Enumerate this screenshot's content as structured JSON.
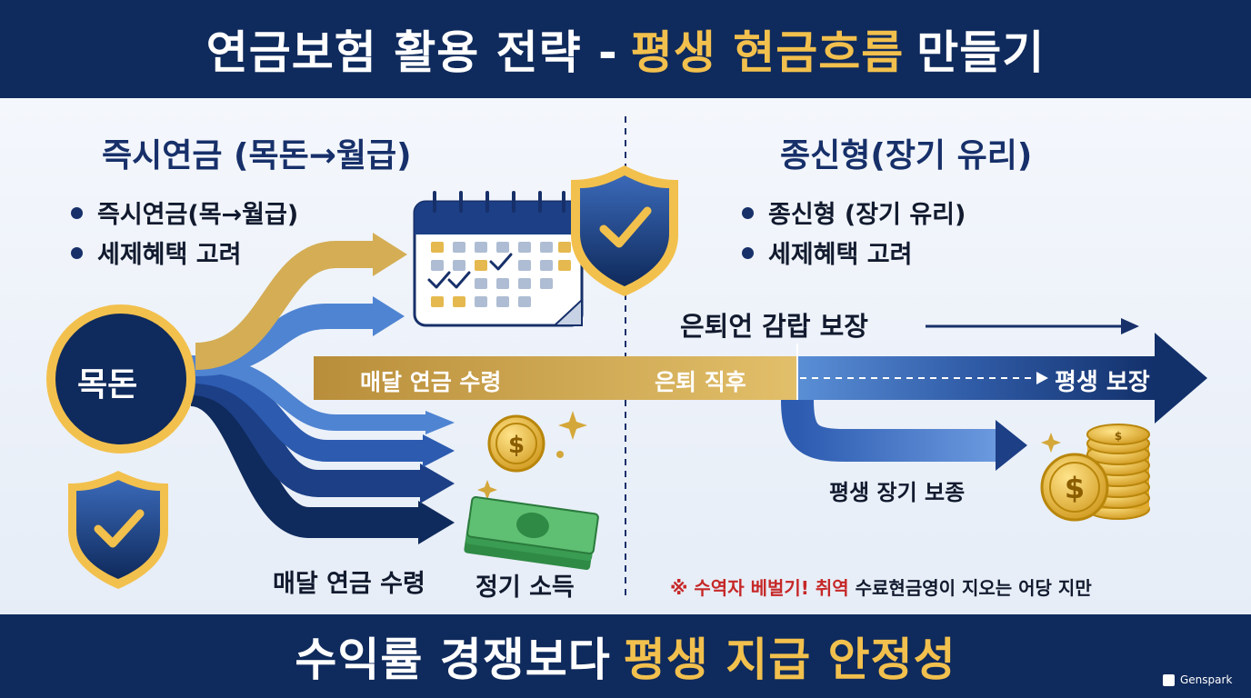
{
  "header": {
    "title_part1": "연금보험 활용 전략 -",
    "title_highlight1": "평생 현금흐름",
    "title_part2": "만들기"
  },
  "left": {
    "section_title": "즉시연금 (목돈→월급)",
    "bullets": [
      "즉시연금(목→월급)",
      "세제혜택 고려"
    ],
    "lump_sum_label": "목돈",
    "band_label": "매달 연금 수령",
    "bottom_label_monthly": "매달 연금 수령",
    "bottom_label_income": "정기 소득"
  },
  "right": {
    "section_title": "종신형(장기 유리)",
    "bullets": [
      "종신형 (장기 유리)",
      "세제혜택 고려"
    ],
    "retire_label": "은퇴 직후",
    "reduced_guarantee_label": "은퇴언 감랍 보장",
    "lifetime_guarantee_label": "평생 보장",
    "long_term_label": "평생 장기 보종",
    "note_red": "※ 수역자 베벌기! 취역",
    "note_rest": "수료현금영이 지오는 어당 지만"
  },
  "footer": {
    "text_part1": "수익률 경쟁보다",
    "text_highlight": "평생 지급 안정성"
  },
  "badge": {
    "label": "Genspark"
  },
  "icons": [
    "shield-check-icon",
    "calendar-icon",
    "coin-icon",
    "cash-stack-icon",
    "sparkle-icon",
    "coin-stack-icon"
  ],
  "colors": {
    "navy": "#0f2a5c",
    "gold": "#f2c04d",
    "band_gold": "#c9a24d",
    "blue": "#3d6fc1",
    "note_red": "#c62828"
  }
}
